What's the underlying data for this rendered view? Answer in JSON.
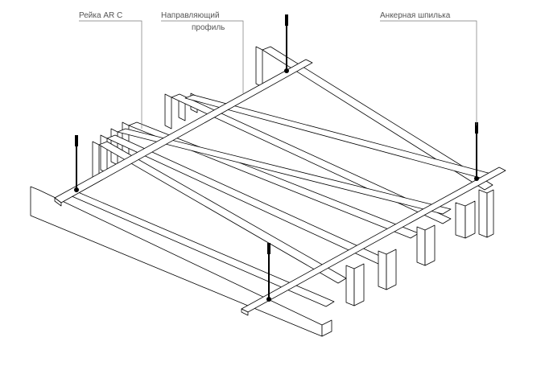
{
  "labels": {
    "slat": "Рейка AR C",
    "guide_line1": "Направляющий",
    "guide_line2": "профиль",
    "anchor": "Анкерная шпилька"
  },
  "colors": {
    "stroke": "#000000",
    "leader": "#777777",
    "label_text": "#555555",
    "background": "#ffffff"
  }
}
